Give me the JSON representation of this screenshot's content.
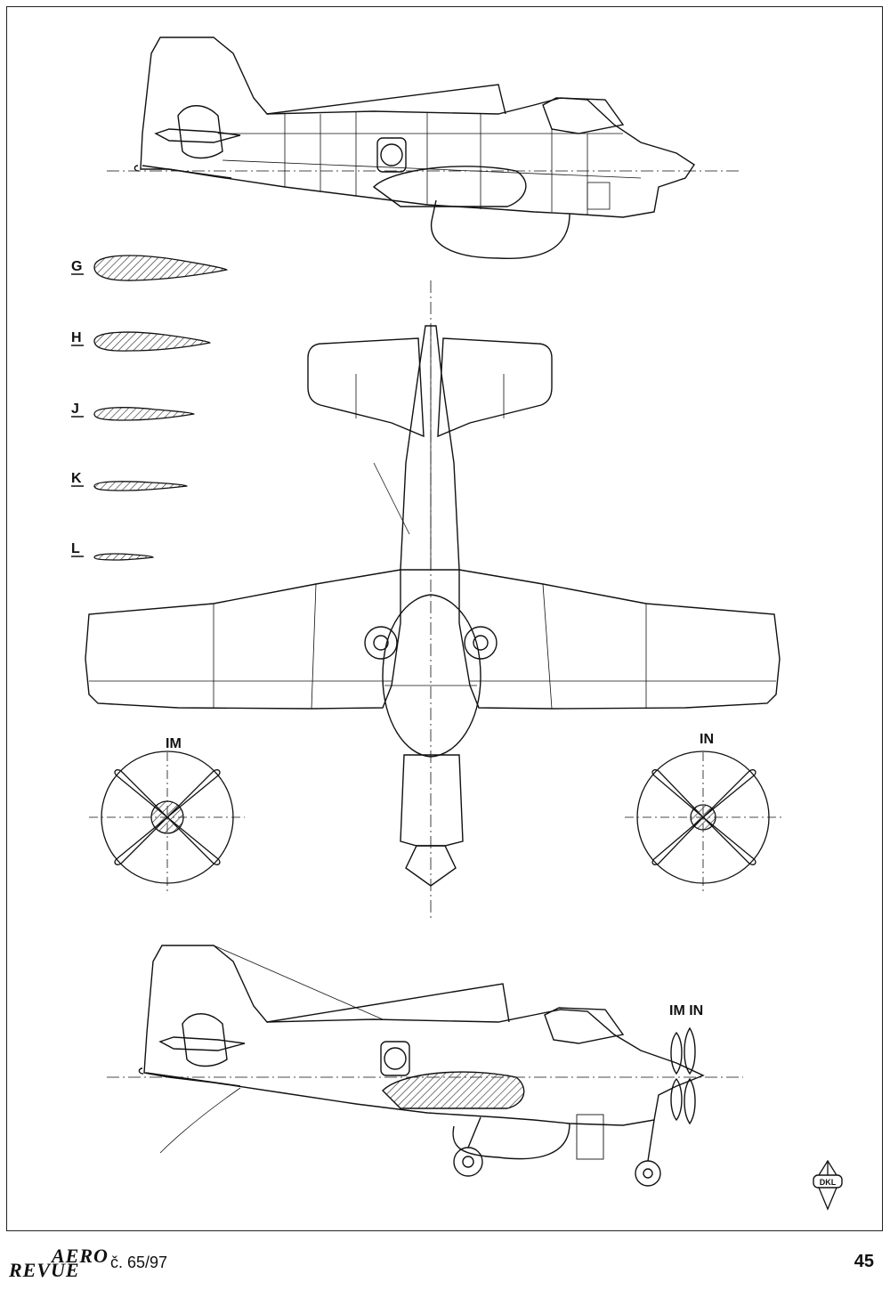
{
  "airfoils": [
    {
      "label": "G"
    },
    {
      "label": "H"
    },
    {
      "label": "J"
    },
    {
      "label": "K"
    },
    {
      "label": "L"
    }
  ],
  "propellers": {
    "left_label": "IM",
    "right_label": "IN",
    "side_label": "IM IN"
  },
  "badge": {
    "text": "DKL"
  },
  "footer": {
    "brand_top": "AERO",
    "brand_bottom": "REVUE",
    "issue": "č. 65/97",
    "page_number": "45"
  },
  "colors": {
    "ink": "#111111",
    "paper": "#ffffff",
    "hatch": "#333333"
  }
}
